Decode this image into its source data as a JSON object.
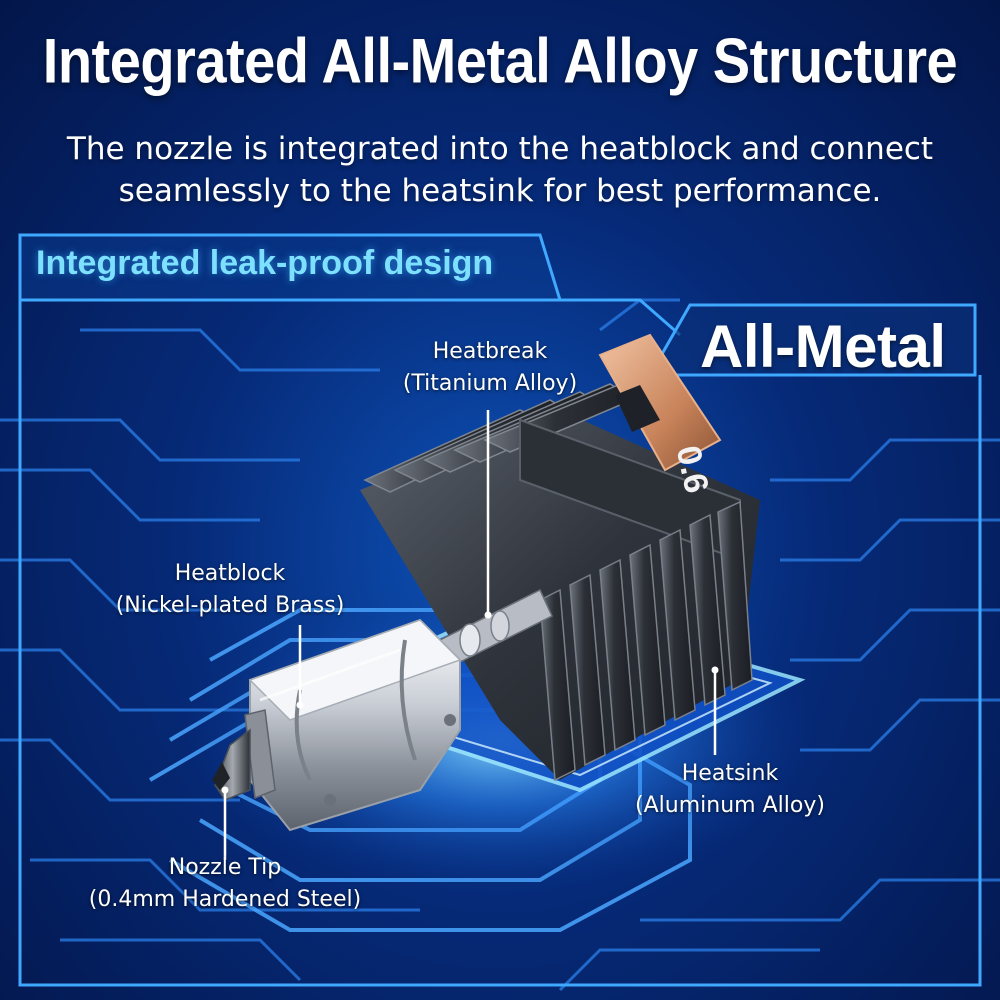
{
  "headline": "Integrated All-Metal Alloy Structure",
  "subhead": {
    "line1": "The nozzle is integrated into the heatblock and connect",
    "line2": "seamlessly to the heatsink for best performance."
  },
  "feature_tab": "Integrated leak-proof design",
  "badge": "All-Metal",
  "nozzle_size_marking": "0.6",
  "labels": {
    "heatbreak": {
      "name": "Heatbreak",
      "material": "(Titanium Alloy)"
    },
    "heatblock": {
      "name": "Heatblock",
      "material": "(Nickel-plated Brass)"
    },
    "heatsink": {
      "name": "Heatsink",
      "material": "(Aluminum Alloy)"
    },
    "nozzle_tip": {
      "name": "Nozzle Tip",
      "material": "(0.4mm Hardened Steel)"
    }
  },
  "colors": {
    "background": "#062a78",
    "circuit_glow": "#3fb4ff",
    "feature_text": "#7ee0ff",
    "heatsink_metal": "#3a3f48",
    "brass_plate": "#d7dce3",
    "copper": "#c8835a"
  }
}
